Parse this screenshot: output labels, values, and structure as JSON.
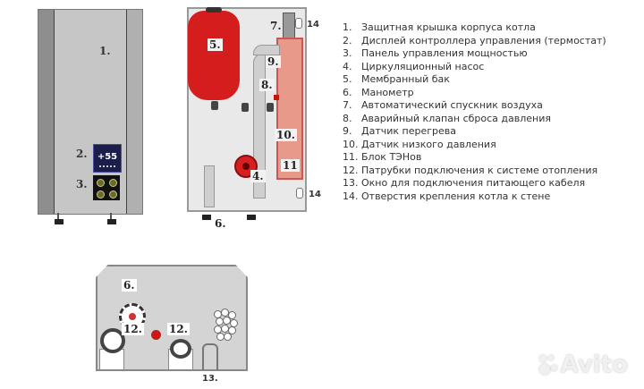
{
  "front_view": {
    "labels": {
      "cover": "1.",
      "display": "2.",
      "panel": "3."
    },
    "display_value": "+55"
  },
  "inside_view": {
    "labels": {
      "tank": "5.",
      "air_vent": "7.",
      "overheat_sensor": "9.",
      "safety_valve": "8.",
      "low_pressure_sensor": "10.",
      "heater_block": "11",
      "pump": "4.",
      "manometer": "6.",
      "mount_top": "14",
      "mount_bottom": "14"
    }
  },
  "bottom_view": {
    "labels": {
      "manometer": "6.",
      "port_left": "12.",
      "port_right": "12.",
      "cable_window": "13."
    }
  },
  "legend": {
    "items": [
      {
        "n": "1.",
        "text": "Защитная крышка корпуса котла"
      },
      {
        "n": "2.",
        "text": "Дисплей контроллера управления (термостат)"
      },
      {
        "n": "3.",
        "text": "Панель управления мощностью"
      },
      {
        "n": "4.",
        "text": "Циркуляционный насос"
      },
      {
        "n": "5.",
        "text": "Мембранный бак"
      },
      {
        "n": "6.",
        "text": "Манометр"
      },
      {
        "n": "7.",
        "text": "Автоматический спускник воздуха"
      },
      {
        "n": "8.",
        "text": "Аварийный клапан сброса давления"
      },
      {
        "n": "9.",
        "text": "Датчик перегрева"
      },
      {
        "n": "10.",
        "text": "Датчик низкого давления"
      },
      {
        "n": "11.",
        "text": "Блок ТЭНов"
      },
      {
        "n": "12.",
        "text": "Патрубки подключения к системе отопления"
      },
      {
        "n": "13.",
        "text": "Окно для подключения питающего кабеля"
      },
      {
        "n": "14.",
        "text": "Отверстия крепления котла к стене"
      }
    ]
  },
  "watermark": {
    "text": "Avito"
  },
  "colors": {
    "tank_red": "#d61d1d",
    "heater_pink": "#e89a8a",
    "display_navy": "#1b1d4a",
    "body_gray": "#c6c6c6"
  }
}
